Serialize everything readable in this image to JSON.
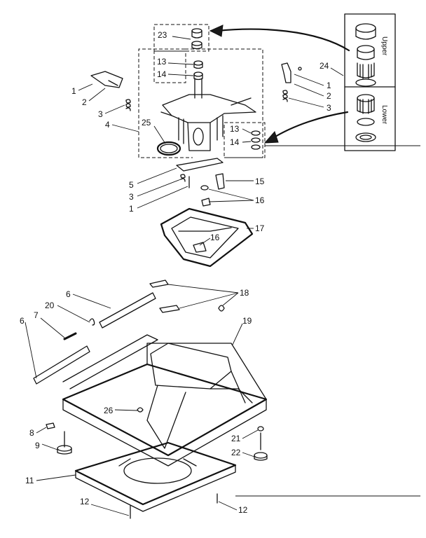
{
  "inset": {
    "upper_label": "Upper",
    "lower_label": "Lower"
  },
  "callouts": [
    {
      "text": "23"
    },
    {
      "text": "13"
    },
    {
      "text": "14"
    },
    {
      "text": "24"
    },
    {
      "text": "1"
    },
    {
      "text": "2"
    },
    {
      "text": "3"
    },
    {
      "text": "1"
    },
    {
      "text": "2"
    },
    {
      "text": "3"
    },
    {
      "text": "4"
    },
    {
      "text": "25"
    },
    {
      "text": "13"
    },
    {
      "text": "14"
    },
    {
      "text": "5"
    },
    {
      "text": "3"
    },
    {
      "text": "1"
    },
    {
      "text": "15"
    },
    {
      "text": "16"
    },
    {
      "text": "16"
    },
    {
      "text": "17"
    },
    {
      "text": "6"
    },
    {
      "text": "18"
    },
    {
      "text": "20"
    },
    {
      "text": "7"
    },
    {
      "text": "6"
    },
    {
      "text": "19"
    },
    {
      "text": "26"
    },
    {
      "text": "8"
    },
    {
      "text": "9"
    },
    {
      "text": "21"
    },
    {
      "text": "22"
    },
    {
      "text": "11"
    },
    {
      "text": "12"
    },
    {
      "text": "12"
    }
  ]
}
